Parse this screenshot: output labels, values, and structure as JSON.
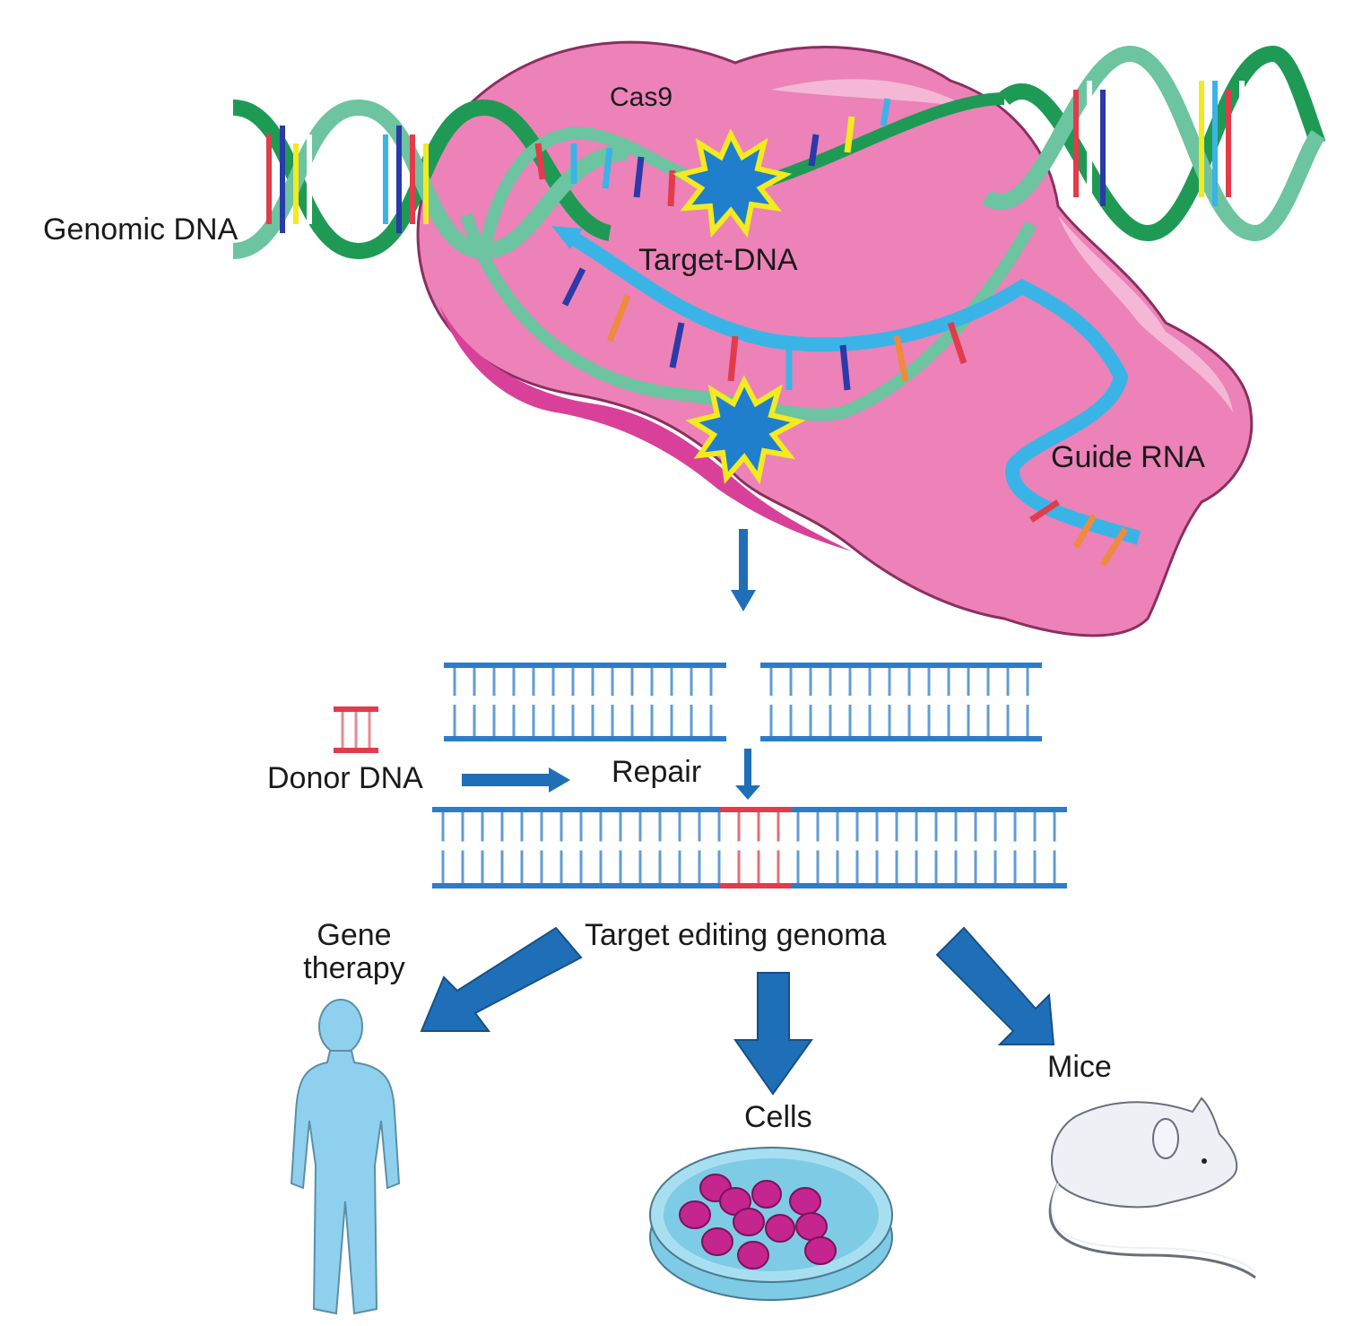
{
  "diagram": {
    "title": "CRISPR-Cas9 genome editing",
    "labels": {
      "cas9": "Cas9",
      "genomic_dna": "Genomic DNA",
      "target_dna": "Target-DNA",
      "guide_rna": "Guide RNA",
      "donor_dna": "Donor DNA",
      "repair": "Repair",
      "target_editing": "Target editing genoma",
      "gene_therapy_line1": "Gene",
      "gene_therapy_line2": "therapy",
      "cells": "Cells",
      "mice": "Mice"
    },
    "colors": {
      "cas9_protein": "#ec82b8",
      "cas9_shadow": "#d9409a",
      "dna_backbone": "#6cc4a0",
      "dna_backbone_dark": "#1e9a55",
      "guide_rna": "#3ab4e6",
      "cut_star_fill": "#1f7fcc",
      "cut_star_outline": "#f3ea1f",
      "arrow": "#1f6fb8",
      "dna_strand_blue": "#2b7cc9",
      "donor_red": "#e23b4a",
      "human_figure": "#8fd0ee",
      "petri_dish": "#7ecbe6",
      "cells_magenta": "#c4258f",
      "mouse": "#eef0f6"
    },
    "flow": [
      "Cas9 + Guide RNA bind Target-DNA in Genomic DNA",
      "Double-strand cut",
      "Donor DNA → Repair",
      "Target editing genoma",
      "Gene therapy / Cells / Mice"
    ]
  }
}
